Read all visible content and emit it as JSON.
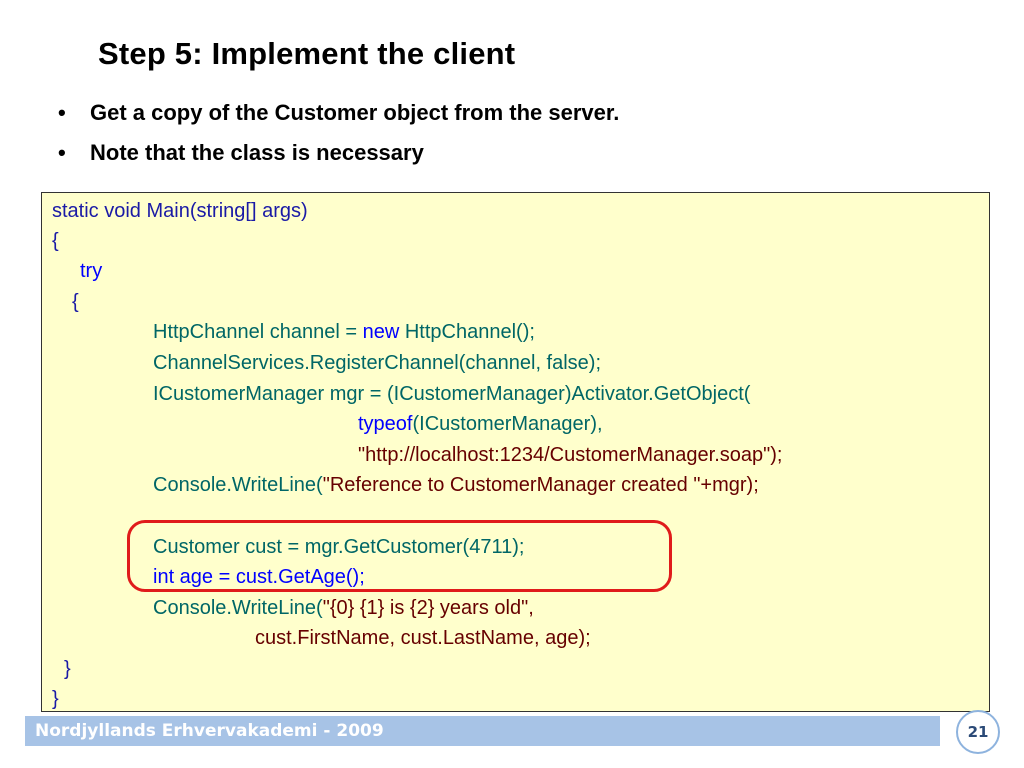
{
  "slide": {
    "title": "Step 5: Implement the client",
    "bullets": [
      "Get a copy of the Customer object from the server.",
      "Note that the class is necessary"
    ],
    "code": {
      "l1": "static void Main(string[] args)",
      "l2": "{",
      "l3": "try",
      "l4": "{",
      "l5a": "HttpChannel channel = ",
      "l5b": "new",
      "l5c": " HttpChannel();",
      "l6": "ChannelServices.RegisterChannel(channel, false);",
      "l7": "ICustomerManager mgr = (ICustomerManager)Activator.GetObject(",
      "l8a": "typeof",
      "l8b": "(ICustomerManager),",
      "l9": "\"http://localhost:1234/CustomerManager.soap\");",
      "l10a": "Console.WriteLine(",
      "l10b": "\"Reference to CustomerManager created \"+mgr);",
      "l11": "Customer cust = mgr.GetCustomer(4711);",
      "l12": "int age = cust.GetAge();",
      "l13a": "Console.WriteLine(",
      "l13b": "\"{0} {1} is {2} years old\",",
      "l14": "cust.FirstName, cust.LastName, age);",
      "l15": "}",
      "l16": "}"
    },
    "footer": "Nordjyllands Erhvervakademi - 2009",
    "page_number": "21",
    "colors": {
      "code_background": "#ffffcc",
      "highlight_border": "#e01b1b",
      "footer_bar": "#a7c3e6"
    }
  }
}
